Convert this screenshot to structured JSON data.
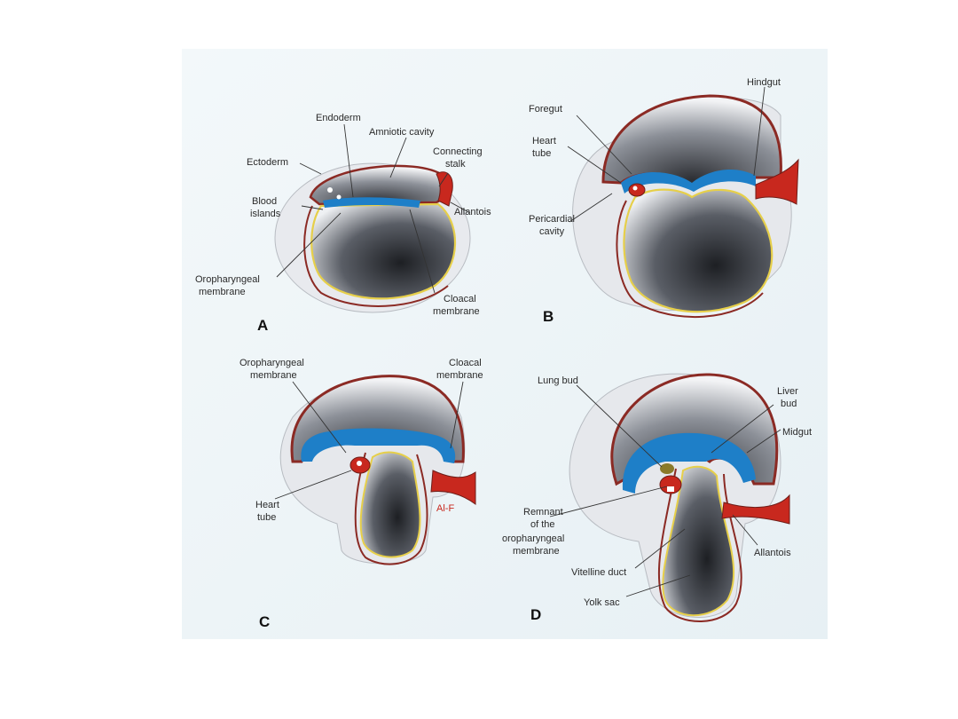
{
  "panels": {
    "a": {
      "letter": "A",
      "labels": {
        "endoderm": "Endoderm",
        "amniotic_cavity": "Amniotic cavity",
        "connecting_stalk_1": "Connecting",
        "connecting_stalk_2": "stalk",
        "ectoderm": "Ectoderm",
        "blood_islands_1": "Blood",
        "blood_islands_2": "islands",
        "allantois": "Allantois",
        "oropharyngeal_1": "Oropharyngeal",
        "oropharyngeal_2": "membrane",
        "cloacal_1": "Cloacal",
        "cloacal_2": "membrane"
      }
    },
    "b": {
      "letter": "B",
      "labels": {
        "hindgut": "Hindgut",
        "foregut": "Foregut",
        "heart_tube_1": "Heart",
        "heart_tube_2": "tube",
        "pericardial_1": "Pericardial",
        "pericardial_2": "cavity"
      }
    },
    "c": {
      "letter": "C",
      "labels": {
        "oropharyngeal_1": "Oropharyngeal",
        "oropharyngeal_2": "membrane",
        "cloacal_1": "Cloacal",
        "cloacal_2": "membrane",
        "heart_tube_1": "Heart",
        "heart_tube_2": "tube",
        "allantois_abbrev": "Al-F"
      }
    },
    "d": {
      "letter": "D",
      "labels": {
        "lung_bud": "Lung bud",
        "liver_bud_1": "Liver",
        "liver_bud_2": "bud",
        "midgut": "Midgut",
        "remnant_1": "Remnant",
        "remnant_2": "of the",
        "remnant_3": "oropharyngeal",
        "remnant_4": "membrane",
        "allantois": "Allantois",
        "vitelline_duct": "Vitelline duct",
        "yolk_sac": "Yolk sac"
      }
    }
  },
  "colors": {
    "amnion_red": "#8b2a24",
    "endoderm_blue": "#1e7fc8",
    "yolk_yellow": "#e6cf4a",
    "cavity_dark": "#2a2c30",
    "tissue_grey": "#e4e6ea",
    "allantois_red": "#c8281e"
  }
}
